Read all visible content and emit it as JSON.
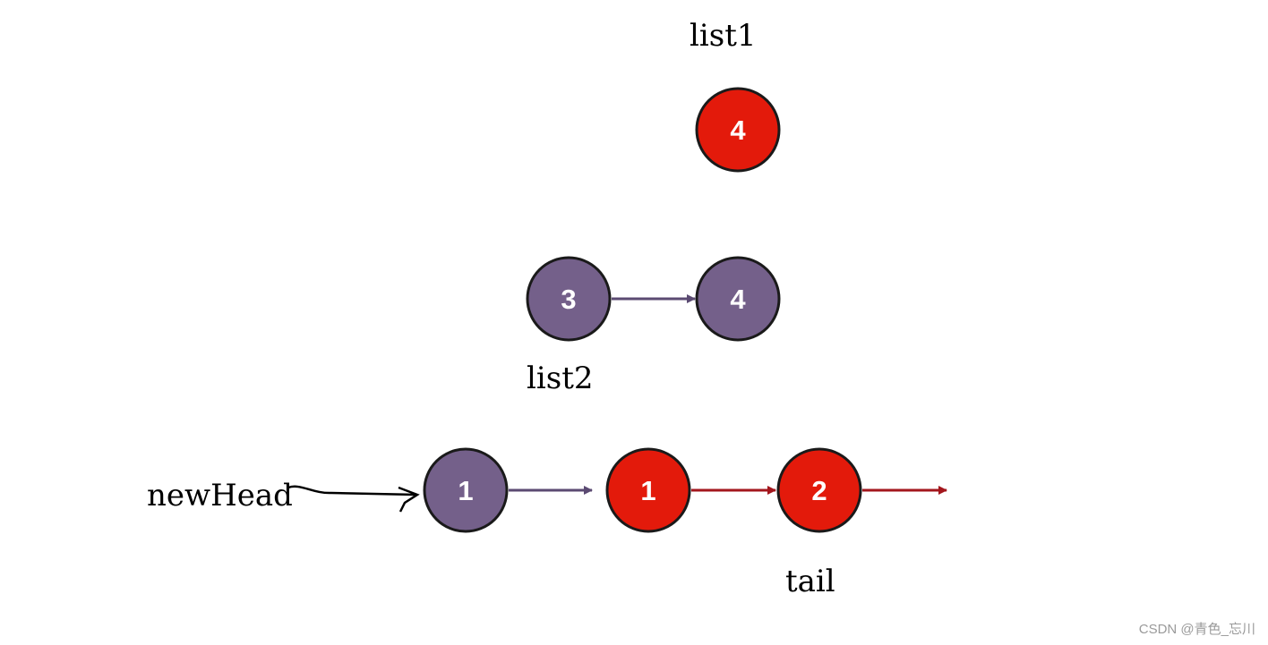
{
  "labels": {
    "list1": "list1",
    "list2": "list2",
    "new_head": "newHead",
    "tail": "tail"
  },
  "nodes": [
    {
      "id": "list1-node-4",
      "value": "4",
      "list": "list1"
    },
    {
      "id": "list2-node-3",
      "value": "3",
      "list": "list2"
    },
    {
      "id": "list2-node-4",
      "value": "4",
      "list": "list2"
    },
    {
      "id": "new-node-1a",
      "value": "1",
      "list": "list2"
    },
    {
      "id": "new-node-1b",
      "value": "1",
      "list": "list1"
    },
    {
      "id": "new-node-2",
      "value": "2",
      "list": "list1"
    }
  ],
  "colors": {
    "list1": "#e31a0b",
    "list2": "#74608a",
    "purple_arrow": "#5b4a72",
    "red_arrow": "#a3161c"
  },
  "watermark": "CSDN @青色_忘川"
}
